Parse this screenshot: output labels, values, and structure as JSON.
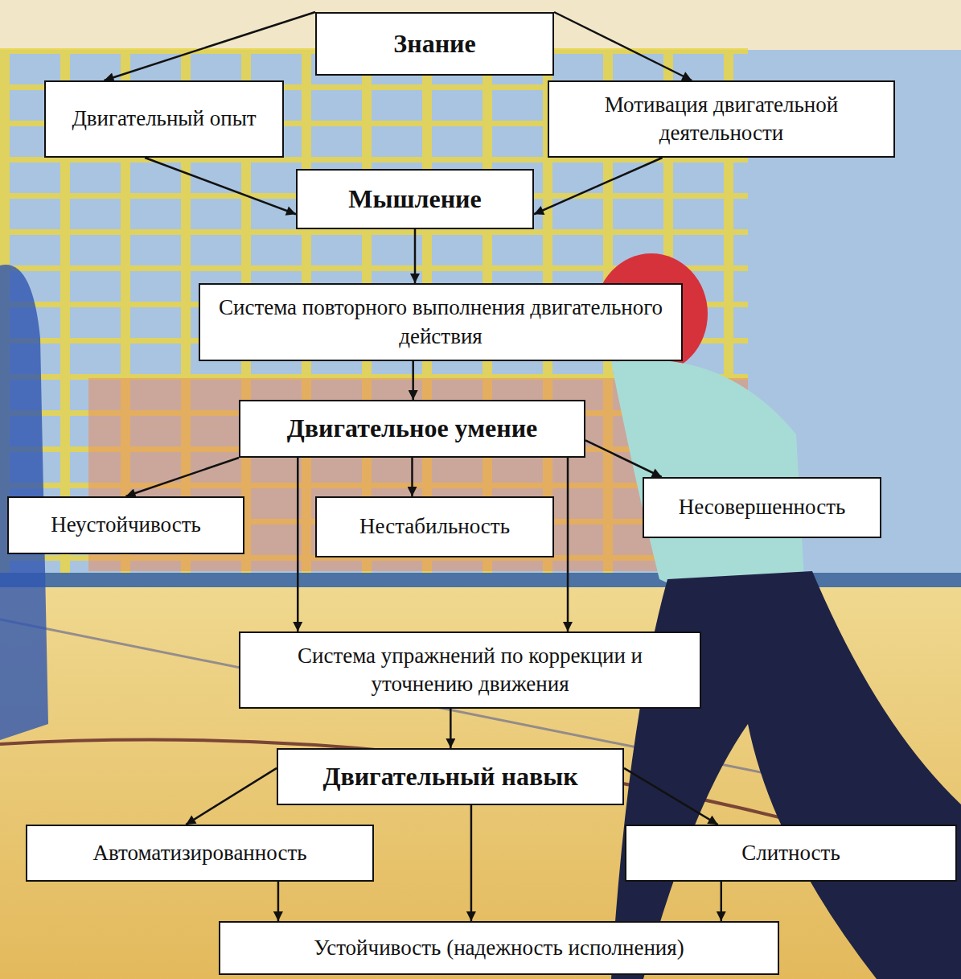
{
  "diagram": {
    "nodes": [
      {
        "text": [
          "Знание"
        ]
      },
      {
        "text": [
          "Двигательный опыт"
        ]
      },
      {
        "text": [
          "Мотивация двигательной деятельности"
        ]
      },
      {
        "text": [
          "Мышление"
        ]
      },
      {
        "text": [
          "Система повторного выполнения двигательного действия"
        ]
      },
      {
        "text": [
          "Двигательное умение"
        ]
      },
      {
        "text": [
          "Неустойчивость"
        ]
      },
      {
        "text": [
          "Нестабильность"
        ]
      },
      {
        "text": [
          "Несовершенность"
        ]
      },
      {
        "text": [
          "Система упражнений по коррекции и уточнению движения"
        ]
      },
      {
        "text": [
          "Двигательный навык"
        ]
      },
      {
        "text": [
          "Автоматизированность"
        ]
      },
      {
        "text": [
          "Слитность"
        ]
      },
      {
        "text": [
          "Устойчивость (надежность исполнения)"
        ]
      }
    ],
    "edges": [
      {
        "from": 0,
        "to": 1,
        "arrow": "to"
      },
      {
        "from": 0,
        "to": 2,
        "arrow": "to"
      },
      {
        "from": 1,
        "to": 3,
        "arrow": "to"
      },
      {
        "from": 2,
        "to": 3,
        "arrow": "to"
      },
      {
        "from": 3,
        "to": 4,
        "arrow": "to"
      },
      {
        "from": 4,
        "to": 5,
        "arrow": "to"
      },
      {
        "from": 5,
        "to": 6,
        "arrow": "to"
      },
      {
        "from": 5,
        "to": 7,
        "arrow": "to"
      },
      {
        "from": 5,
        "to": 8,
        "arrow": "to"
      },
      {
        "from": 5,
        "to": 9,
        "arrow": "to"
      },
      {
        "from": 5,
        "to": 9,
        "arrow": "to"
      },
      {
        "from": 9,
        "to": 10,
        "arrow": "to"
      },
      {
        "from": 10,
        "to": 11,
        "arrow": "to"
      },
      {
        "from": 10,
        "to": 12,
        "arrow": "to"
      },
      {
        "from": 10,
        "to": 13,
        "arrow": "to"
      },
      {
        "from": 11,
        "to": 13,
        "arrow": "to"
      },
      {
        "from": 12,
        "to": 13,
        "arrow": "to"
      }
    ]
  }
}
